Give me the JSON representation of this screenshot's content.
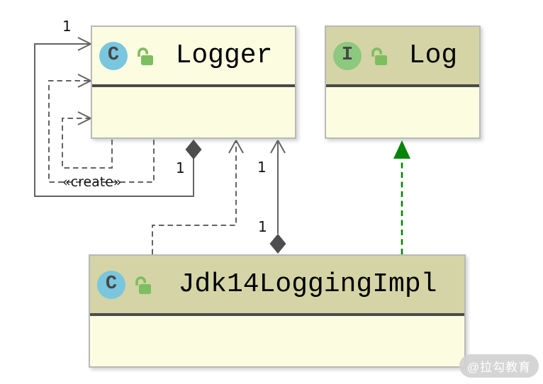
{
  "nodes": {
    "logger": {
      "title": "Logger",
      "badge": "C",
      "kind": "class",
      "visibility_icon": "unlock"
    },
    "log": {
      "title": "Log",
      "badge": "I",
      "kind": "interface",
      "visibility_icon": "unlock"
    },
    "jdk14_logging_impl": {
      "title": "Jdk14LoggingImpl",
      "badge": "C",
      "kind": "class",
      "visibility_icon": "unlock"
    }
  },
  "edges": {
    "logger_self_composition": {
      "type": "composition",
      "source_multiplicity": "1",
      "target_multiplicity": "1"
    },
    "logger_self_create": {
      "type": "create-dependency",
      "stereotype": "«create»"
    },
    "logger_self_dependency": {
      "type": "dependency"
    },
    "impl_to_logger_dependency": {
      "type": "dependency"
    },
    "impl_to_logger_composition": {
      "type": "composition",
      "source_multiplicity": "1",
      "target_multiplicity": "1"
    },
    "impl_to_log_realization": {
      "type": "realization"
    }
  },
  "watermark": {
    "text": "@拉勾教育"
  },
  "colors": {
    "node_body": "#fcfce1",
    "node_header_highlight": "#d4d4a6",
    "node_border": "#b9b9b9",
    "separator": "#4a4a4a",
    "class_badge_blue": "#79c6de",
    "interface_badge_green": "#8cc87e",
    "lock_green": "#7dbe60",
    "edge_gray": "#636363",
    "diamond_fill": "#4d4d4d",
    "realization_green": "#088408"
  }
}
